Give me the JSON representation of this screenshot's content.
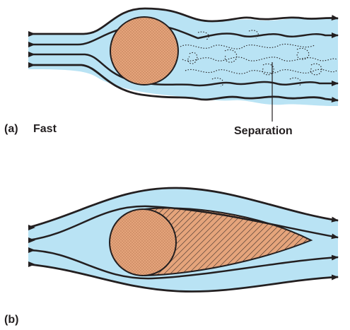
{
  "panel_a": {
    "letter": "(a)",
    "speed": "Fast",
    "separation_label": "Separation"
  },
  "panel_b": {
    "letter": "(b)"
  },
  "colors": {
    "flow_fill": "#b9e3f4",
    "obstacle_fill": "#e5a47b",
    "outline": "#231f20",
    "text": "#231f20"
  }
}
